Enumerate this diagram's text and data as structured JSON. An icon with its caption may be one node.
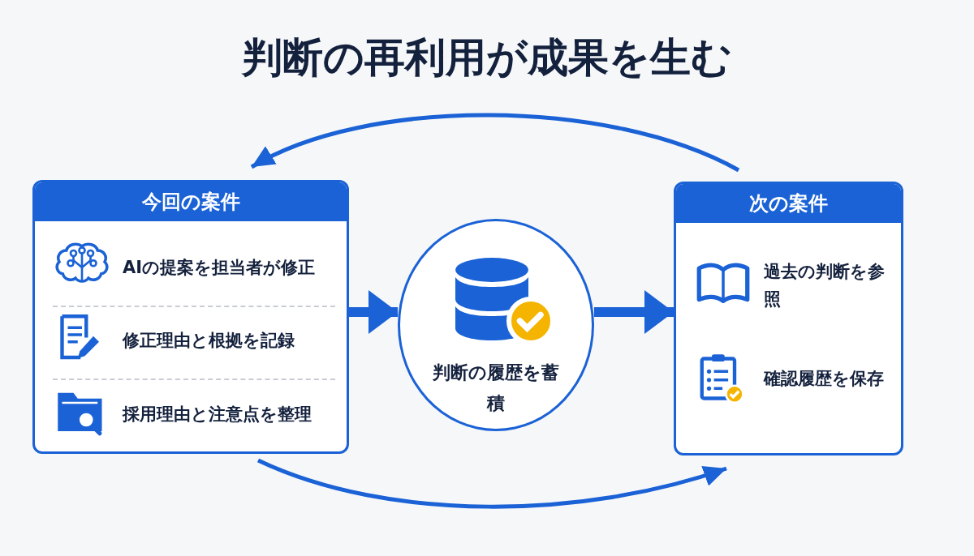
{
  "diagram": {
    "title": "判断の再利用が成果を生む",
    "nodes": [
      {
        "text": [
          "今回の案件",
          "AIの提案を担当者が修正",
          "修正理由と根拠を記録",
          "採用理由と注意点を整理"
        ]
      },
      {
        "text": [
          "判断の履歴を蓄積"
        ]
      },
      {
        "text": [
          "次の案件",
          "過去の判断を参照",
          "確認履歴を保存"
        ]
      }
    ],
    "edges": [
      {
        "from": 0,
        "to": 1,
        "arrow": "to",
        "style": "thick"
      },
      {
        "from": 1,
        "to": 2,
        "arrow": "to",
        "style": "thick"
      },
      {
        "from": 2,
        "to": 0,
        "arrow": "to"
      },
      {
        "from": 0,
        "to": 2,
        "arrow": "to"
      }
    ]
  }
}
